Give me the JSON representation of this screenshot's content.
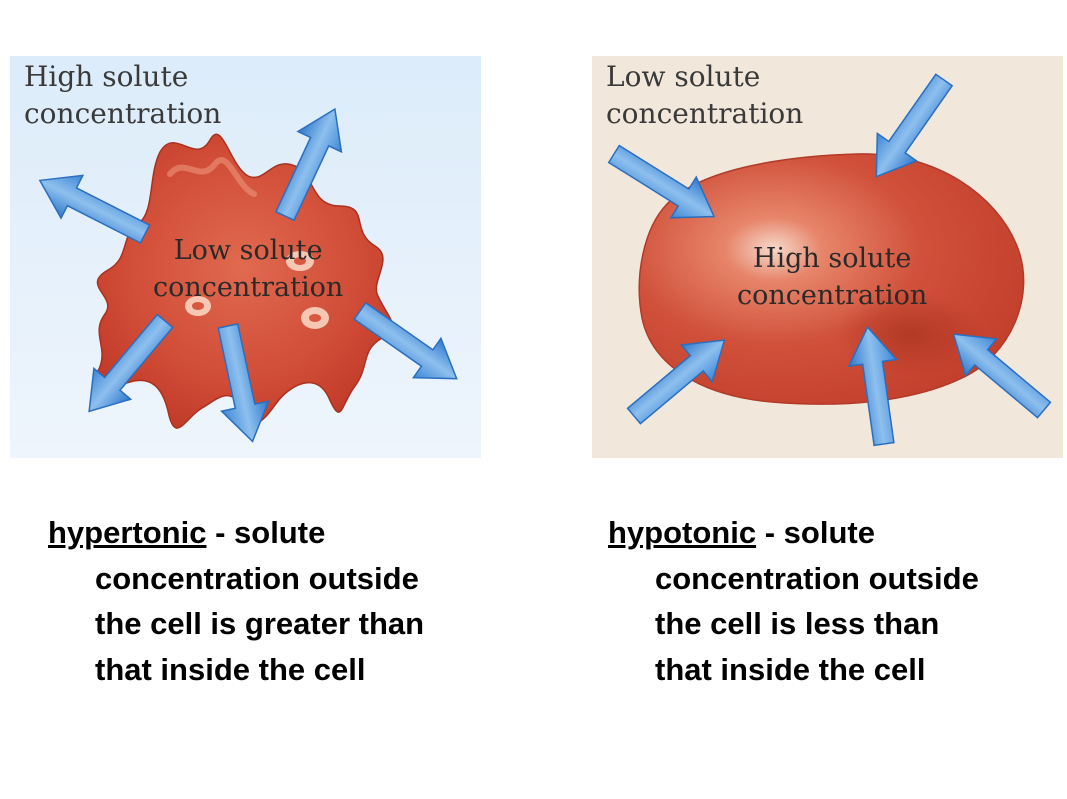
{
  "left_panel": {
    "outer_label": "High solute\nconcentration",
    "inner_label": "Low solute\nconcentration",
    "background_top": "#dfeefb",
    "background_bottom": "#f5f9fd"
  },
  "right_panel": {
    "outer_label": "Low solute\nconcentration",
    "inner_label": "High solute\nconcentration",
    "background": "#f1e8db"
  },
  "colors": {
    "cell_red": "#cf4a35",
    "cell_edge": "#b83a2a",
    "arrow_blue": "#3d86d6",
    "arrow_light": "#a9cdf2"
  },
  "captions": {
    "left": {
      "term": "hypertonic",
      "rest_first": " - solute",
      "lines": [
        "concentration outside",
        "the cell is greater than",
        "that inside the cell"
      ]
    },
    "right": {
      "term": "hypotonic",
      "rest_first": " - solute",
      "lines": [
        "concentration outside",
        "the cell is less than",
        "that inside the cell"
      ]
    }
  }
}
